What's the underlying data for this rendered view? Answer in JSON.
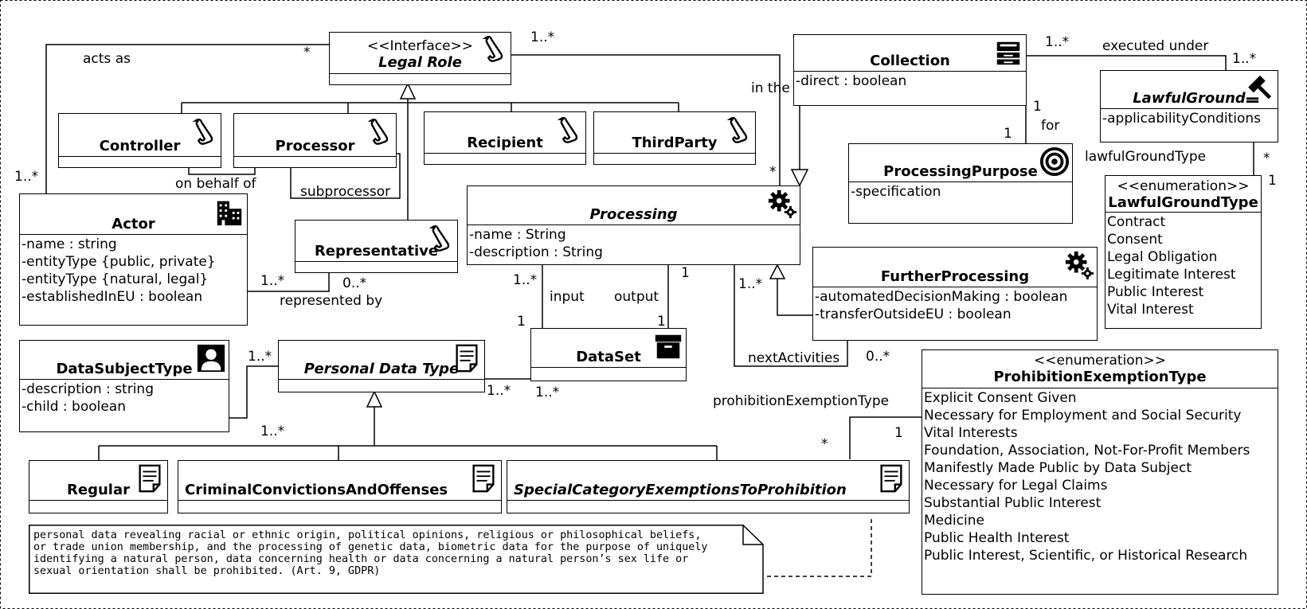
{
  "classes": {
    "legal_role": {
      "stereotype": "<<Interface>>",
      "name": "Legal Role"
    },
    "controller": {
      "name": "Controller"
    },
    "processor": {
      "name": "Processor"
    },
    "recipient": {
      "name": "Recipient"
    },
    "third_party": {
      "name": "ThirdParty"
    },
    "representative": {
      "name": "Representative"
    },
    "actor": {
      "name": "Actor",
      "attributes": [
        "-name : string",
        "-entityType {public, private}",
        "-entityType {natural, legal}",
        "-establishedInEU : boolean"
      ]
    },
    "collection": {
      "name": "Collection",
      "attributes": [
        "-direct : boolean"
      ]
    },
    "lawful_ground": {
      "name": "LawfulGround",
      "attributes": [
        "-applicabilityConditions"
      ]
    },
    "processing_purpose": {
      "name": "ProcessingPurpose",
      "attributes": [
        "-specification"
      ]
    },
    "lawful_ground_type": {
      "stereotype": "<<enumeration>>",
      "name": "LawfulGroundType",
      "attributes": [
        "Contract",
        "Consent",
        "Legal Obligation",
        "Legitimate Interest",
        "Public Interest",
        "Vital Interest"
      ]
    },
    "processing": {
      "name": "Processing",
      "attributes": [
        "-name : String",
        "-description : String"
      ]
    },
    "further_processing": {
      "name": "FurtherProcessing",
      "attributes": [
        "-automatedDecisionMaking : boolean",
        "-transferOutsideEU : boolean"
      ]
    },
    "data_subject_type": {
      "name": "DataSubjectType",
      "attributes": [
        "-description : string",
        "-child : boolean"
      ]
    },
    "personal_data_type": {
      "name": "Personal Data Type"
    },
    "dataset": {
      "name": "DataSet"
    },
    "regular": {
      "name": "Regular"
    },
    "criminal": {
      "name": "CriminalConvictionsAndOffenses"
    },
    "special": {
      "name": "SpecialCategoryExemptionsToProhibition"
    },
    "prohibition": {
      "stereotype": "<<enumeration>>",
      "name": "ProhibitionExemptionType",
      "attributes": [
        "Explicit Consent Given",
        "Necessary for Employment and Social Security",
        "Vital Interests",
        "Foundation, Association, Not-For-Profit Members",
        "Manifestly Made Public by Data Subject",
        "Necessary for Legal Claims",
        "Substantial Public Interest",
        "Medicine",
        "Public Health Interest",
        "Public Interest, Scientific, or Historical Research"
      ]
    }
  },
  "labels": {
    "acts_as": "acts as",
    "acts_as_star": "*",
    "actor_mult": "1..*",
    "legal_role_mult": "1..*",
    "in_the": "in the",
    "processing_star": "*",
    "collection_mult": "1..*",
    "executed_under": "executed under",
    "lawful_mult": "1..*",
    "coll_one": "1",
    "for": "for",
    "purpose_one": "1",
    "lawful_ground_type": "lawfulGroundType",
    "lgt_star": "*",
    "lgt_one": "1",
    "on_behalf_of": "on behalf of",
    "subprocessor": "subprocessor",
    "rep_actor_mult": "1..*",
    "rep_mult": "0..*",
    "represented_by": "represented by",
    "input_mult": "1..*",
    "input": "input",
    "output": "output",
    "output_one": "1",
    "input_one": "1",
    "dataset_one": "1",
    "fp_mult": "1..*",
    "next_activities": "nextActivities",
    "next_mult": "0..*",
    "dst_mult": "1..*",
    "pdt_mult": "1..*",
    "pdt_ds_mult": "1..*",
    "pdt_left_mult": "1..*",
    "prohibition_exemption_type": "prohibitionExemptionType",
    "pet_star": "*",
    "pet_one": "1"
  },
  "note": "personal data revealing racial or ethnic origin, political opinions, religious or philosophical beliefs,\nor trade union membership, and the processing of genetic data, biometric data for the purpose of uniquely\nidentifying a natural person, data concerning health or data concerning a natural person’s sex life or\nsexual orientation shall be prohibited. (Art. 9, GDPR)"
}
